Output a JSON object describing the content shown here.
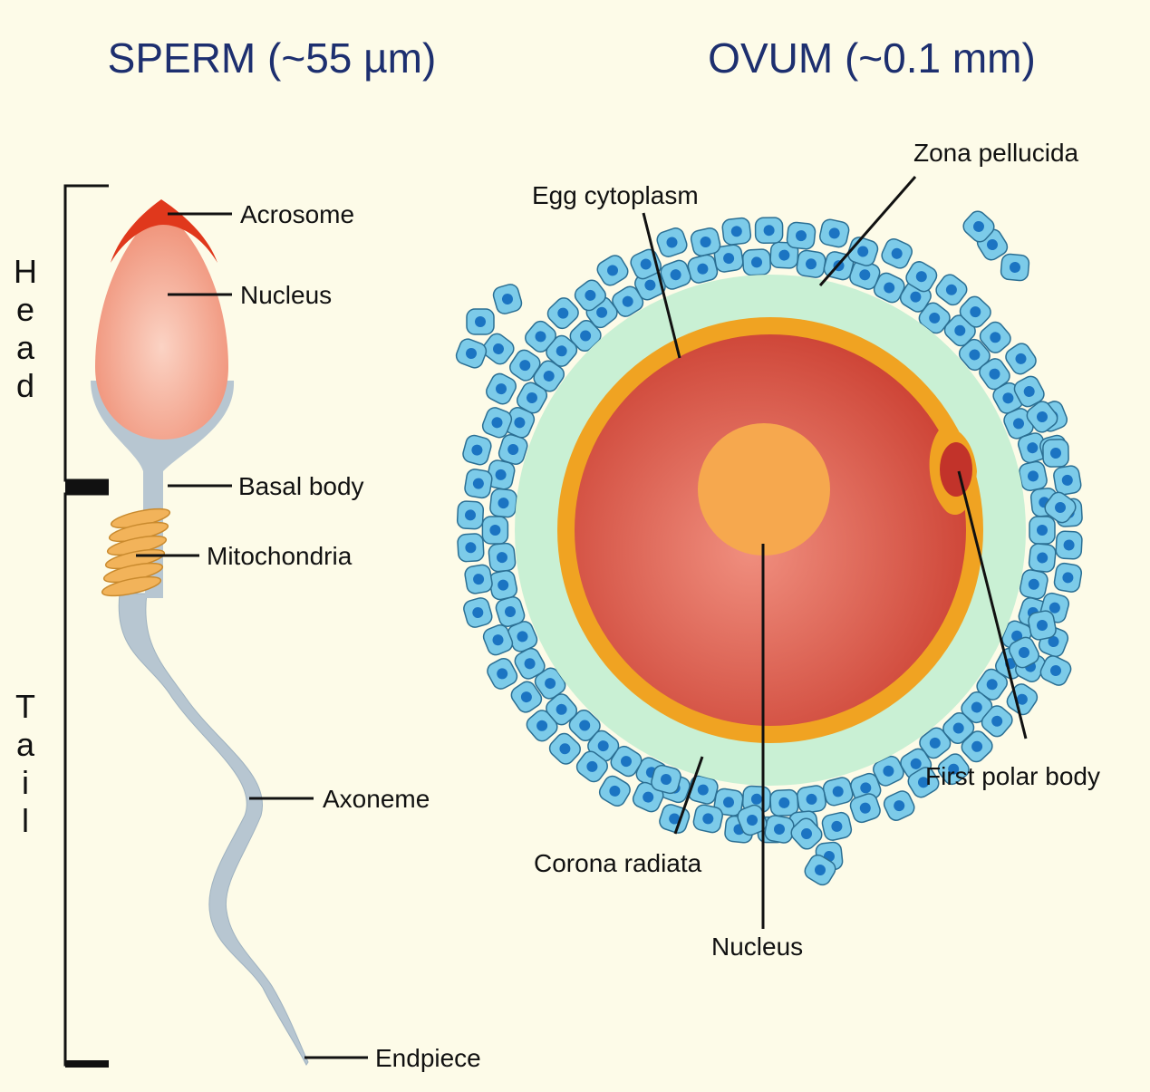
{
  "titles": {
    "sperm": "SPERM (~55 µm)",
    "ovum": "OVUM (~0.1 mm)"
  },
  "sperm": {
    "sections": {
      "head": "Head",
      "tail": "Tail"
    },
    "labels": {
      "acrosome": "Acrosome",
      "nucleus": "Nucleus",
      "basal_body": "Basal body",
      "mitochondria": "Mitochondria",
      "axoneme": "Axoneme",
      "endpiece": "Endpiece"
    }
  },
  "ovum": {
    "labels": {
      "zona_pellucida": "Zona pellucida",
      "egg_cytoplasm": "Egg cytoplasm",
      "first_polar_body": "First polar body",
      "corona_radiata": "Corona radiata",
      "nucleus": "Nucleus"
    }
  },
  "colors": {
    "title": "#1d2f6f",
    "background": "#fdfbe8",
    "acrosome": "#e0381c",
    "sperm_nucleus": "#f5a890",
    "sperm_body": "#b7c6d1",
    "mitochondria": "#f2b35a",
    "corona_cell": "#7ccbe9",
    "corona_cell_nucleus": "#1b74c2",
    "zona_pellucida": "#c9f0d4",
    "ovum_membrane": "#f0a322",
    "cytoplasm": "#d9584a",
    "ovum_nucleus": "#f6a84e"
  }
}
